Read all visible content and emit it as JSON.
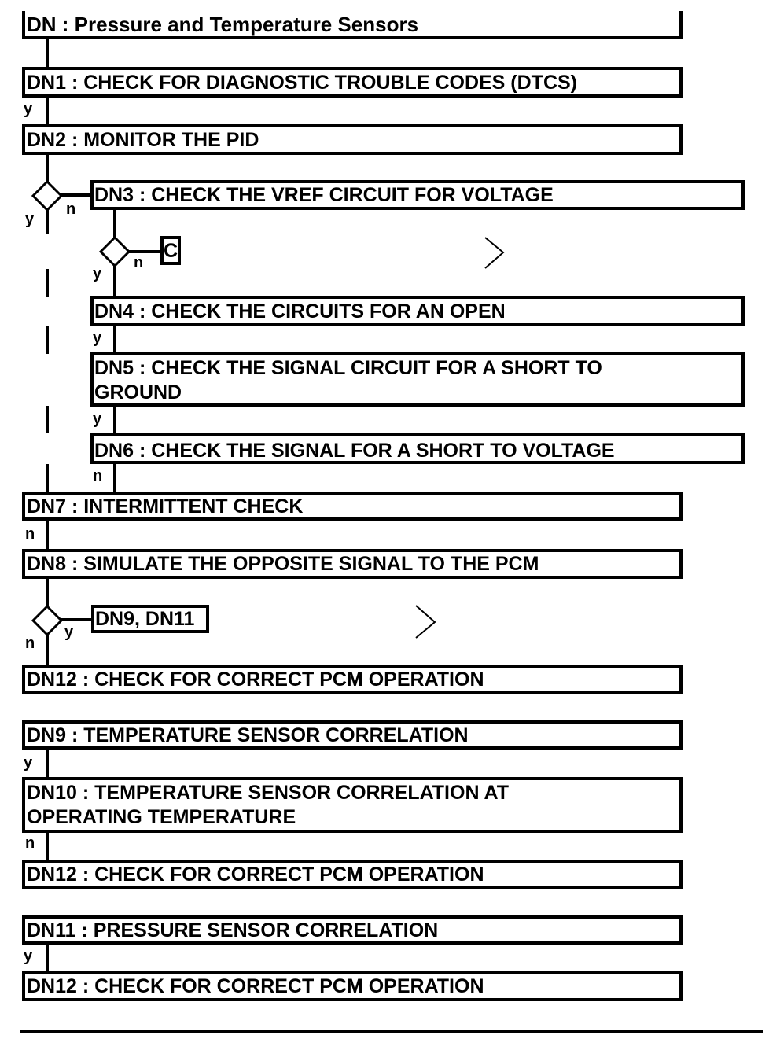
{
  "title": "DN : Pressure and Temperature Sensors",
  "steps": {
    "dn1": "DN1 : CHECK FOR DIAGNOSTIC TROUBLE CODES (DTCS)",
    "dn2": "DN2 : MONITOR THE PID",
    "dn3": "DN3 : CHECK THE VREF CIRCUIT FOR VOLTAGE",
    "c": "C",
    "dn4": "DN4 : CHECK THE CIRCUITS FOR AN OPEN",
    "dn5_line1": "DN5 : CHECK THE SIGNAL CIRCUIT FOR A SHORT TO",
    "dn5_line2": "GROUND",
    "dn6": "DN6 : CHECK THE SIGNAL FOR A SHORT TO VOLTAGE",
    "dn7": "DN7 : INTERMITTENT CHECK",
    "dn8": "DN8 : SIMULATE THE OPPOSITE SIGNAL TO THE PCM",
    "dn9_dn11": "DN9, DN11",
    "dn12_a": "DN12 : CHECK FOR CORRECT PCM OPERATION",
    "dn9": "DN9 : TEMPERATURE SENSOR CORRELATION",
    "dn10_line1": "DN10 : TEMPERATURE SENSOR CORRELATION AT",
    "dn10_line2": "OPERATING TEMPERATURE",
    "dn12_b": "DN12 : CHECK FOR CORRECT PCM OPERATION",
    "dn11": "DN11 : PRESSURE SENSOR CORRELATION",
    "dn12_c": "DN12 : CHECK FOR CORRECT PCM OPERATION"
  },
  "labels": {
    "y": "y",
    "n": "n"
  }
}
